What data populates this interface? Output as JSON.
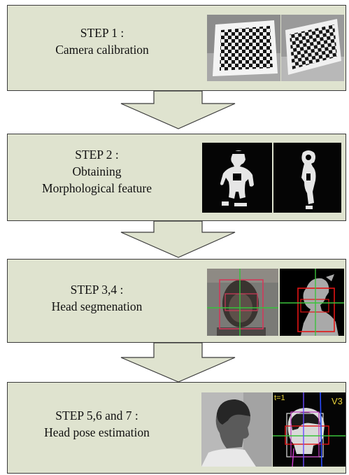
{
  "steps": [
    {
      "lines": [
        "STEP 1 :",
        "Camera calibration"
      ]
    },
    {
      "lines": [
        "STEP 2 :",
        "Obtaining",
        "Morphological feature"
      ]
    },
    {
      "lines": [
        "STEP 3,4 :",
        "Head segmenation"
      ]
    },
    {
      "lines": [
        "STEP 5,6 and 7 :",
        "Head pose estimation"
      ]
    }
  ],
  "overlay_labels": {
    "frame_label": "t=1",
    "corner_label": "V3"
  },
  "colors": {
    "box_fill": "#dfe3cf",
    "box_border": "#3a3a3a",
    "arrow_fill": "#dfe3cf"
  }
}
